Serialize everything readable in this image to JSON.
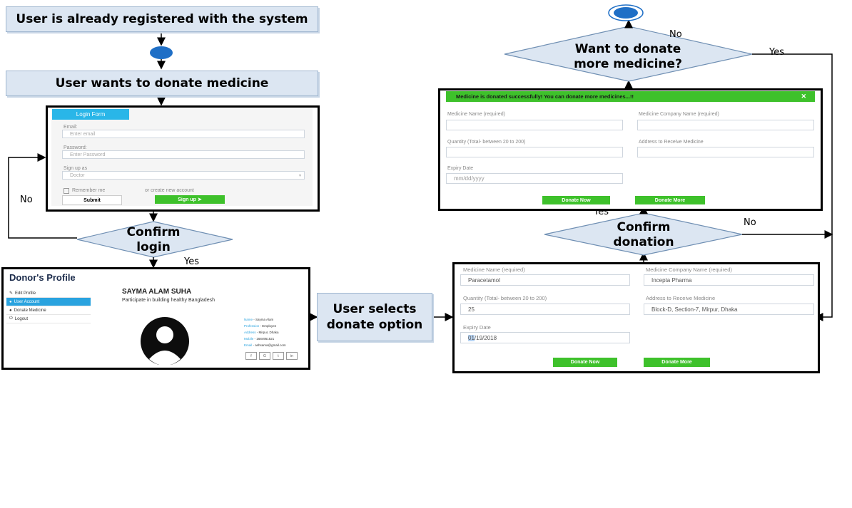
{
  "banners": {
    "registered": "User is already registered with the system",
    "wants_donate": "User wants to donate medicine",
    "selects_option": "User selects donate option"
  },
  "decisions": {
    "confirm_login": "Confirm login",
    "confirm_donation": "Confirm donation",
    "donate_more": "Want to donate more medicine?"
  },
  "labels": {
    "no_login": "No",
    "yes_login": "Yes",
    "yes_donation": "Yes",
    "no_donation": "No",
    "no_more": "No",
    "yes_more": "Yes"
  },
  "login_form": {
    "tab": "Login Form",
    "email_label": "Email:",
    "email_placeholder": "Enter email",
    "password_label": "Password:",
    "password_placeholder": "Enter Password",
    "signup_as_label": "Sign up as",
    "signup_as_value": "Doctor",
    "remember": "Remember me",
    "create_account": "or create new account",
    "submit": "Submit",
    "signup": "Sign up ➤"
  },
  "profile": {
    "heading": "Donor's Profile",
    "menu": [
      "Edit Profile",
      "User Account",
      "Donate Medicine",
      "Logout"
    ],
    "name": "SAYMA ALAM SUHA",
    "tagline": "Participate in building healthy Bangladesh",
    "details": [
      {
        "key": "Name",
        "value": "Sayma Alam"
      },
      {
        "key": "Profession",
        "value": "Employee"
      },
      {
        "key": "Address",
        "value": "Mirpur, Dhaka"
      },
      {
        "key": "Mobile",
        "value": "1684951521"
      },
      {
        "key": "Email",
        "value": "ashsama@gmail.com"
      }
    ],
    "social": [
      "f",
      "G",
      "t",
      "in"
    ]
  },
  "donation_form": {
    "medicine_name_label": "Medicine Name (required)",
    "medicine_name_value": "Paracetamol",
    "company_label": "Medicine Company Name (required)",
    "company_value": "Incepta Pharma",
    "quantity_label": "Quantity (Total- between 20 to 200)",
    "quantity_value": "25",
    "address_label": "Address to Receive Medicine",
    "address_value": "Block-D, Section-7, Mirpur, Dhaka",
    "expiry_label": "Expiry Date",
    "expiry_highlight": "01",
    "expiry_rest": "/19/2018",
    "donate_now": "Donate Now",
    "donate_more": "Donate More"
  },
  "success_form": {
    "message": "Medicine is donated successfully! You can donate more medicines...!!",
    "close": "✕",
    "medicine_name_label": "Medicine Name (required)",
    "company_label": "Medicine Company Name (required)",
    "quantity_label": "Quantity (Total- between 20 to 200)",
    "address_label": "Address to Receive Medicine",
    "expiry_label": "Expiry Date",
    "expiry_placeholder": "mm/dd/yyyy",
    "donate_now": "Donate Now",
    "donate_more": "Donate More"
  },
  "colors": {
    "banner_fill": "#dce6f2",
    "decision_fill": "#dce6f2",
    "terminal": "#1f6fc6",
    "green_button": "#3ec12b",
    "login_tab": "#29b6e8",
    "menu_active": "#2aa3df"
  }
}
